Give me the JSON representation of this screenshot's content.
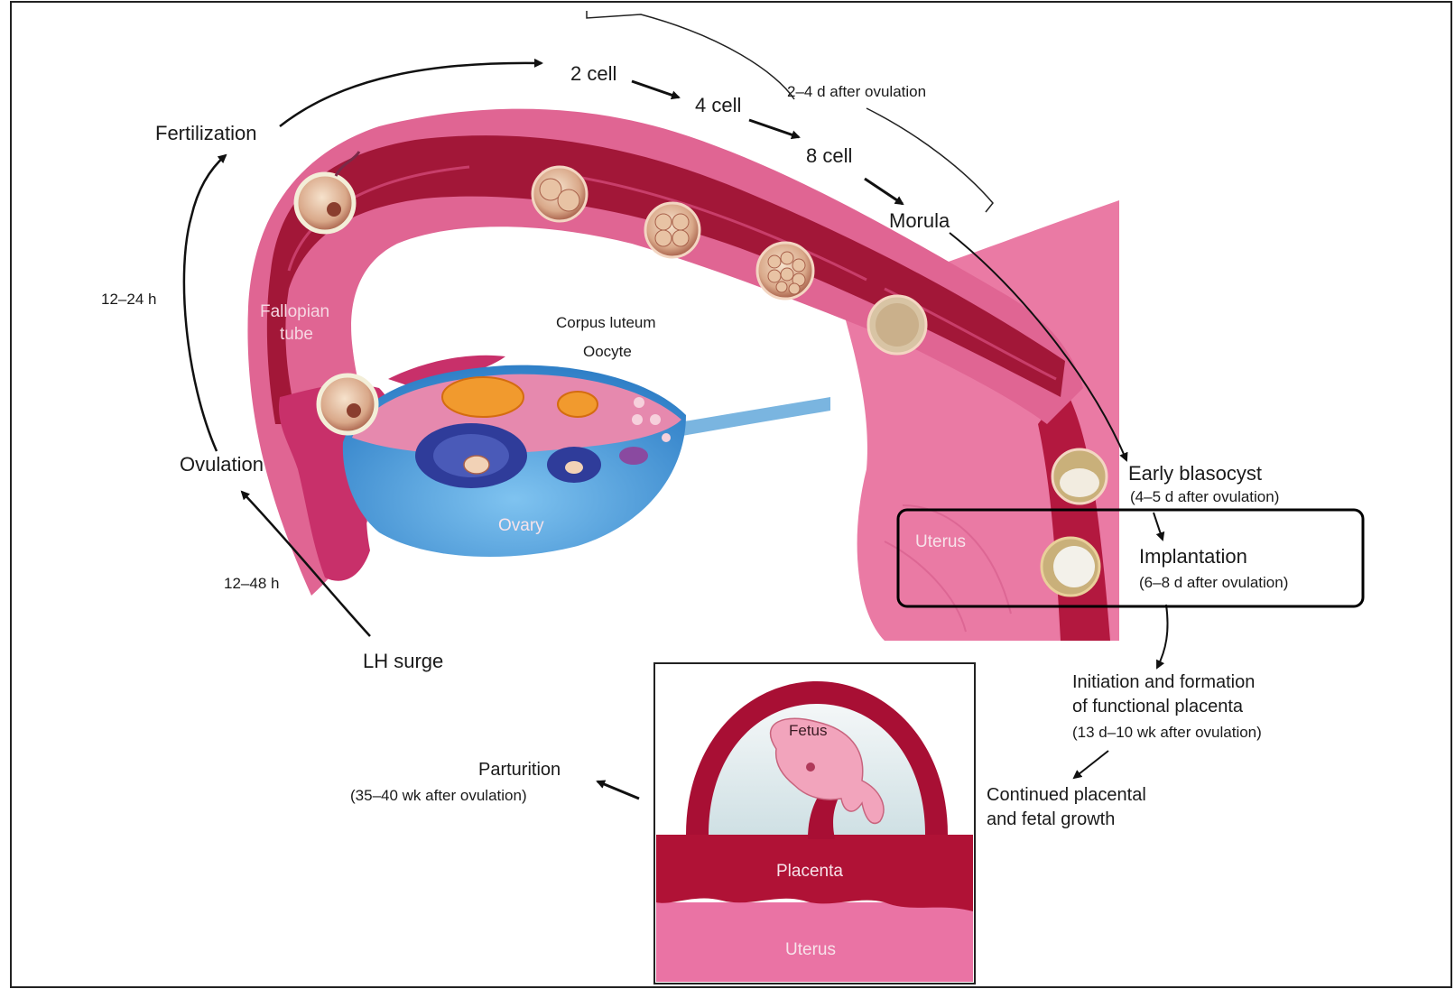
{
  "stages": {
    "two_cell": "2 cell",
    "four_cell": "4 cell",
    "eight_cell": "8 cell",
    "morula": "Morula",
    "cleavage_timing": "2–4 d after ovulation",
    "fertilization": "Fertilization",
    "interval_fertilization": "12–24 h",
    "ovulation": "Ovulation",
    "interval_ovulation": "12–48 h",
    "lh_surge": "LH surge",
    "early_blastocyst": "Early blasocyst",
    "early_blastocyst_timing": "(4–5 d after ovulation)",
    "implantation": "Implantation",
    "implantation_timing": "(6–8 d after ovulation)",
    "placenta_formation_line1": "Initiation and formation",
    "placenta_formation_line2": "of functional placenta",
    "placenta_formation_timing": "(13 d–10 wk after ovulation)",
    "continued_growth_line1": "Continued placental",
    "continued_growth_line2": "and fetal growth",
    "parturition": "Parturition",
    "parturition_timing": "(35–40 wk after ovulation)"
  },
  "anatomy": {
    "fallopian_tube_line1": "Fallopian",
    "fallopian_tube_line2": "tube",
    "corpus_luteum": "Corpus luteum",
    "oocyte": "Oocyte",
    "ovary": "Ovary",
    "uterus": "Uterus"
  },
  "inset": {
    "fetus": "Fetus",
    "placenta": "Placenta",
    "uterus": "Uterus"
  },
  "colors": {
    "tube_dark": "#9c1030",
    "tube_pink": "#e56a9a",
    "uterus_pink": "#ea6f9c",
    "ovary_blue": "#4da3e0",
    "highlight_box": "#000000"
  }
}
